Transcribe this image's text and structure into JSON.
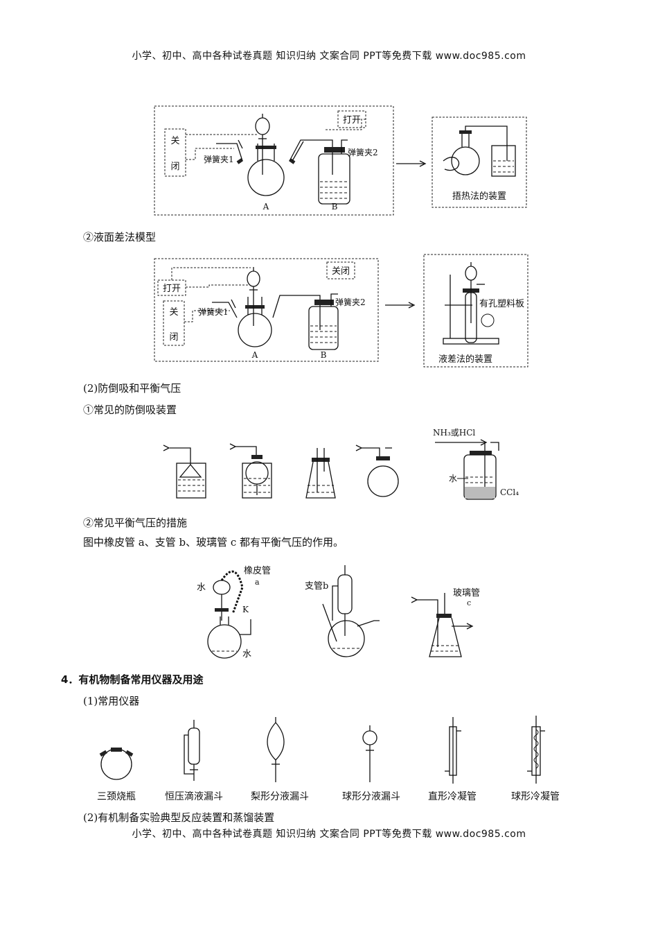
{
  "header": {
    "text": "小学、初中、高中各种试卷真题  知识归纳  文案合同  PPT等免费下载      www.doc985.com"
  },
  "footer": {
    "text": "小学、初中、高中各种试卷真题  知识归纳  文案合同  PPT等免费下载      www.doc985.com"
  },
  "fig1": {
    "guan_a": "关",
    "guan_b": "闭",
    "dakai": "打开",
    "clip1": "弹簧夹1",
    "clip2": "弹簧夹2",
    "label_a": "A",
    "label_b": "B",
    "caption": "捂热法的装置"
  },
  "sec_yemian": "②液面差法模型",
  "fig2": {
    "dakai": "打开",
    "guanbi": "关闭",
    "guan_a": "关",
    "guan_b": "闭",
    "clip1": "弹簧夹1",
    "clip2": "弹簧夹2",
    "label_a": "A",
    "label_b": "B",
    "plate": "有孔塑料板",
    "caption": "液差法的装置"
  },
  "sec_fangdaoxi": "(2)防倒吸和平衡气压",
  "sec_changjian": "①常见的防倒吸装置",
  "fig3": {
    "gas": "NH₃或HCl",
    "water": "水",
    "ccl4": "CCl₄"
  },
  "sec_pingheng": "②常见平衡气压的措施",
  "sec_pingheng_desc": "图中橡皮管 a、支管 b、玻璃管 c 都有平衡气压的作用。",
  "fig4": {
    "rubber": "橡皮管",
    "a": "a",
    "water1": "水",
    "k": "K",
    "water2": "水",
    "branch": "支管b",
    "glass": "玻璃管",
    "c": "c"
  },
  "sec4": "4．有机物制备常用仪器及用途",
  "sec4_1": "(1)常用仪器",
  "instruments": [
    "三颈烧瓶",
    "恒压滴液漏斗",
    "梨形分液漏斗",
    "球形分液漏斗",
    "直形冷凝管",
    "球形冷凝管"
  ],
  "sec4_2": "(2)有机制备实验典型反应装置和蒸馏装置"
}
